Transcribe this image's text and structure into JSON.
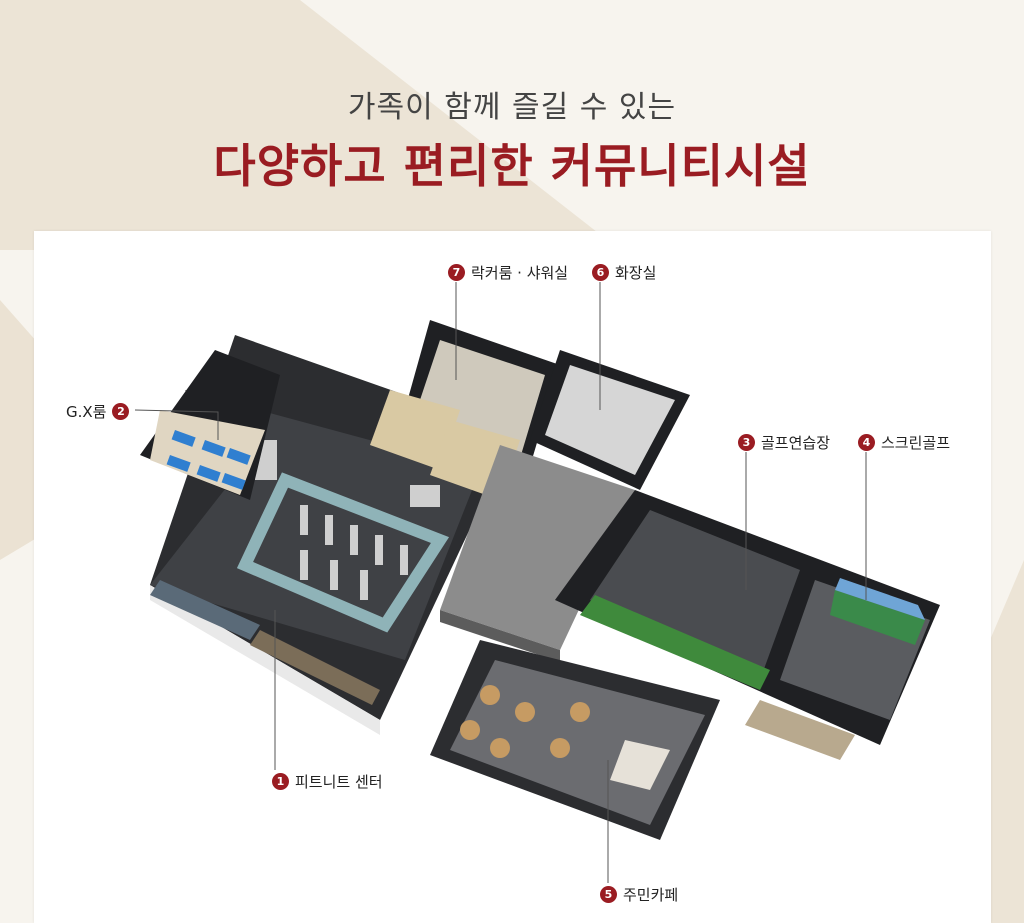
{
  "header": {
    "subtitle": "가족이 함께 즐길 수 있는",
    "title": "다양하고 편리한 커뮤니티시설"
  },
  "facilities": [
    {
      "num": "1",
      "name": "피트니트 센터"
    },
    {
      "num": "2",
      "name": "G.X룸"
    },
    {
      "num": "3",
      "name": "골프연습장"
    },
    {
      "num": "4",
      "name": "스크린골프"
    },
    {
      "num": "5",
      "name": "주민카페"
    },
    {
      "num": "6",
      "name": "화장실"
    },
    {
      "num": "7",
      "name": "락커룸 · 샤워실"
    }
  ],
  "colors": {
    "accent": "#9a1c22",
    "background": "#f7f4ee",
    "floor_dark": "#3f4145",
    "corridor": "#8c8c8c",
    "golf_green": "#3f8a3c",
    "gx_mat": "#2f7fd0"
  }
}
